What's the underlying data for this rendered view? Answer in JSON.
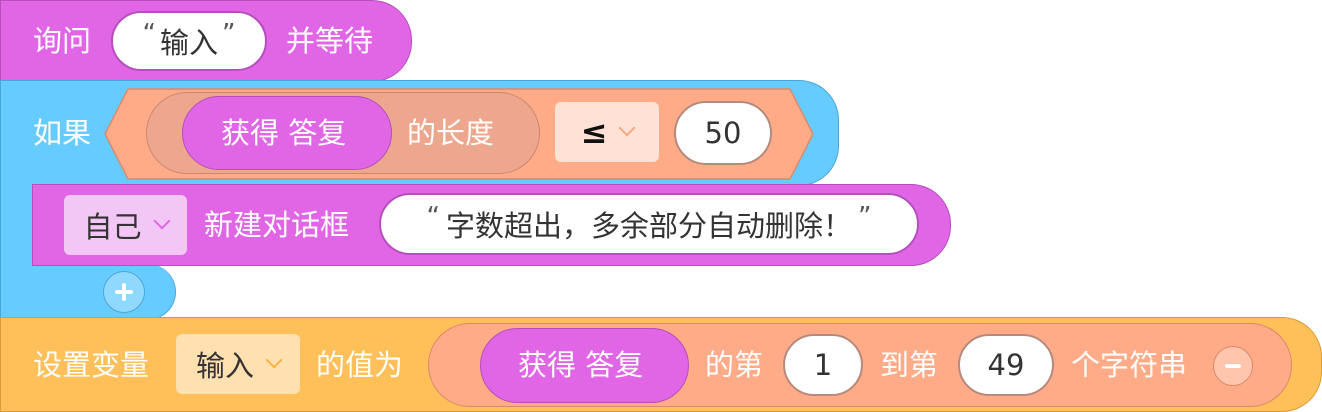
{
  "ask_block": {
    "prefix": "询问",
    "text_input": "输入",
    "suffix": "并等待"
  },
  "if_block": {
    "label": "如果",
    "answer_reporter": "获得 答复",
    "length_label": "的长度",
    "operator": "≤",
    "value": "50"
  },
  "dialog_block": {
    "target": "自己",
    "label": "新建对话框",
    "message": "字数超出，多余部分自动删除！"
  },
  "add_button_icon": "plus-icon",
  "set_var_block": {
    "label": "设置变量",
    "variable": "输入",
    "value_label": "的值为",
    "answer_reporter": "获得 答复",
    "from_label": "的第",
    "from_value": "1",
    "to_label": "到第",
    "to_value": "49",
    "end_label": "个字符串",
    "remove_icon": "minus-icon"
  },
  "colors": {
    "looks_purple": "#e066e6",
    "control_blue": "#66ccff",
    "operator_orange": "#ffab88",
    "variable_orange": "#ffbf59",
    "reporter_inner": "#eda78e"
  }
}
